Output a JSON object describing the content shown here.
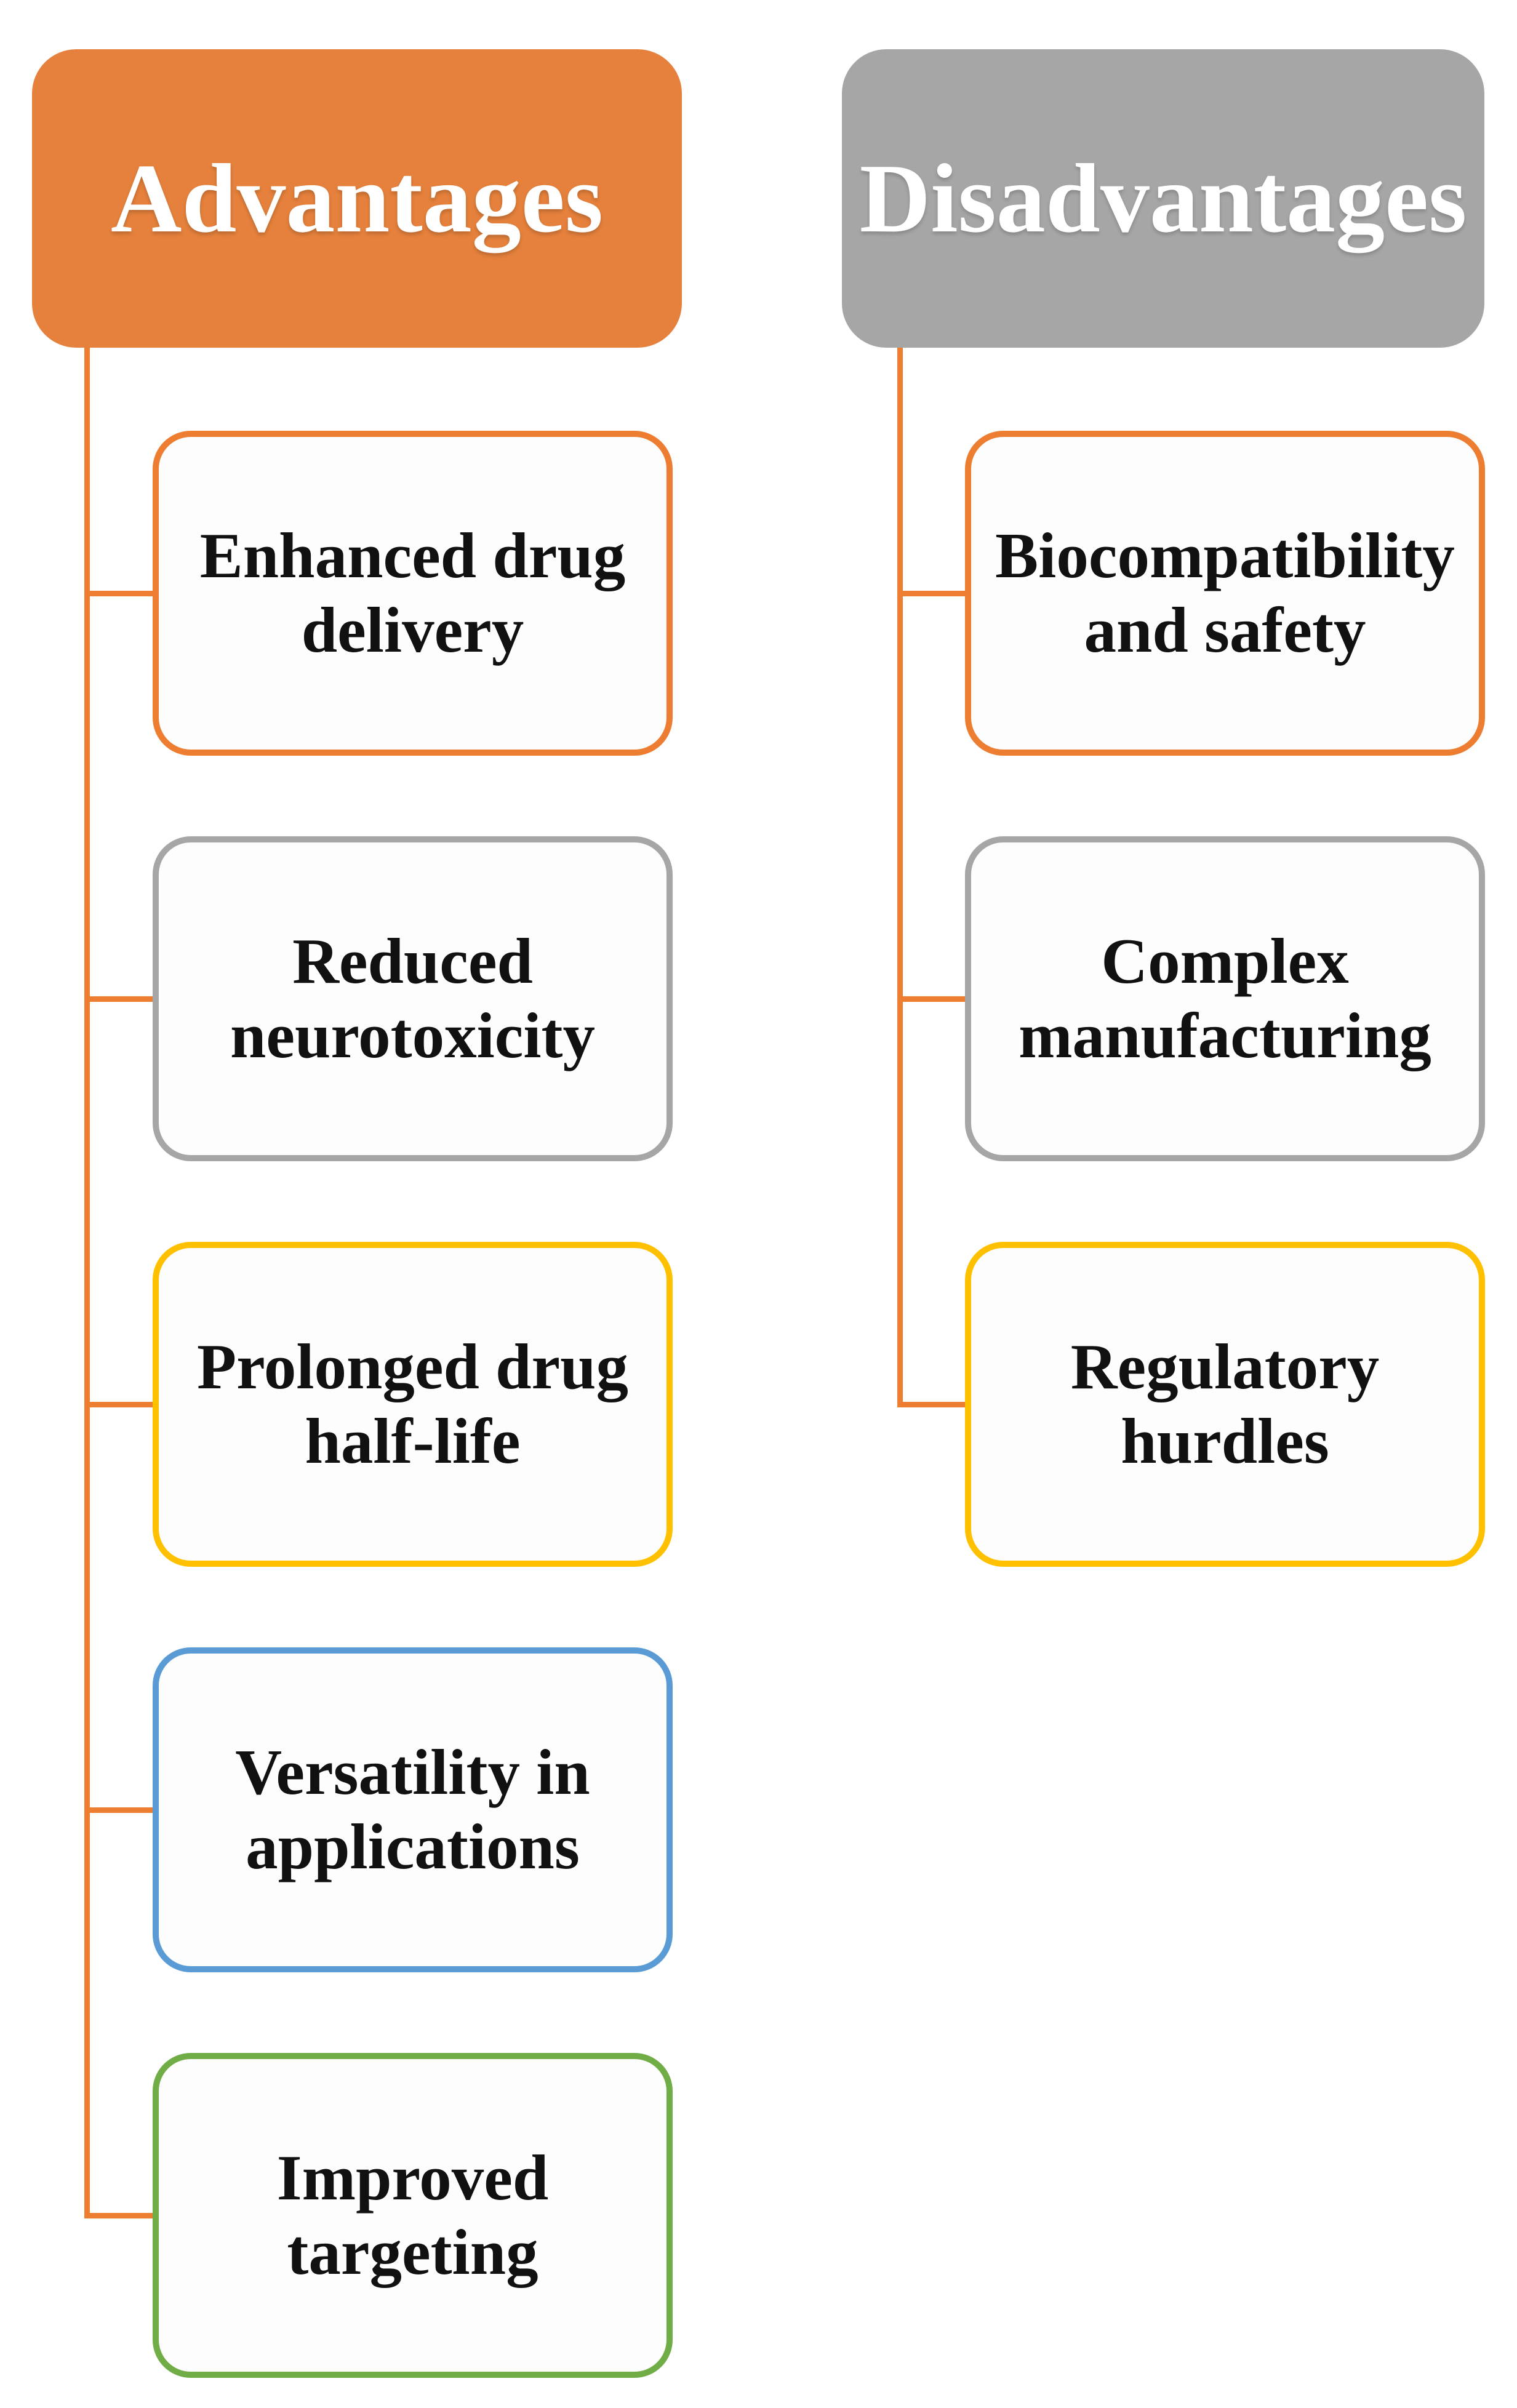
{
  "diagram": {
    "connector_color": "#ED7D31",
    "box_background": "#FDFDFD",
    "text_color": "#111111",
    "columns": [
      {
        "id": "advantages",
        "header": {
          "label": "Advantages",
          "fill": "#E5813C",
          "text_color": "#FFFFFF"
        },
        "items": [
          {
            "label": "Enhanced drug delivery",
            "border_color": "#ED7D31"
          },
          {
            "label": "Reduced neurotoxicity",
            "border_color": "#A6A6A6"
          },
          {
            "label": "Prolonged drug half-life",
            "border_color": "#FFC000"
          },
          {
            "label": "Versatility in applications",
            "border_color": "#5B9BD5"
          },
          {
            "label": "Improved targeting",
            "border_color": "#70AD47"
          }
        ]
      },
      {
        "id": "disadvantages",
        "header": {
          "label": "Disadvantages",
          "fill": "#A6A6A6",
          "text_color": "#FFFFFF"
        },
        "items": [
          {
            "label": "Biocompatibility and safety",
            "border_color": "#ED7D31"
          },
          {
            "label": "Complex manufacturing",
            "border_color": "#A6A6A6"
          },
          {
            "label": "Regulatory hurdles",
            "border_color": "#FFC000"
          }
        ]
      }
    ]
  }
}
